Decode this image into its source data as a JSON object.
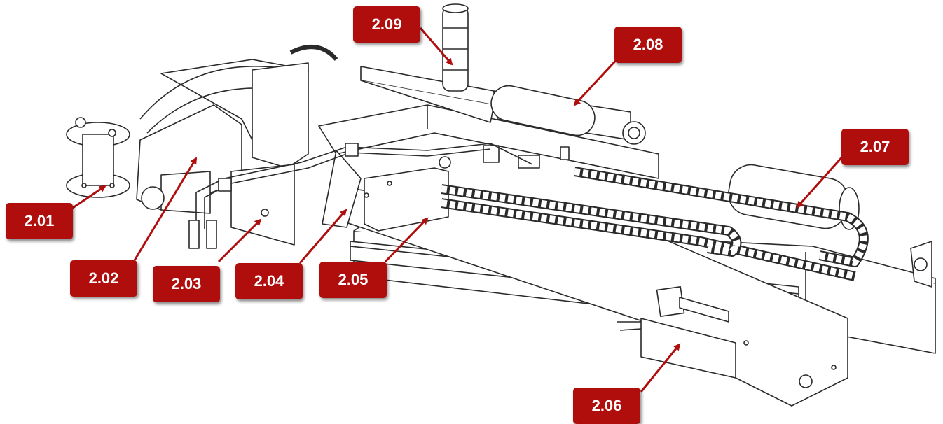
{
  "colors": {
    "callout_fill": "#b00d0d",
    "callout_text": "#ffffff",
    "leader_line": "#b00d0d",
    "drawing_line": "#2a2a2a"
  },
  "callouts": {
    "c201": "2.01",
    "c202": "2.02",
    "c203": "2.03",
    "c204": "2.04",
    "c205": "2.05",
    "c206": "2.06",
    "c207": "2.07",
    "c208": "2.08",
    "c209": "2.09"
  }
}
